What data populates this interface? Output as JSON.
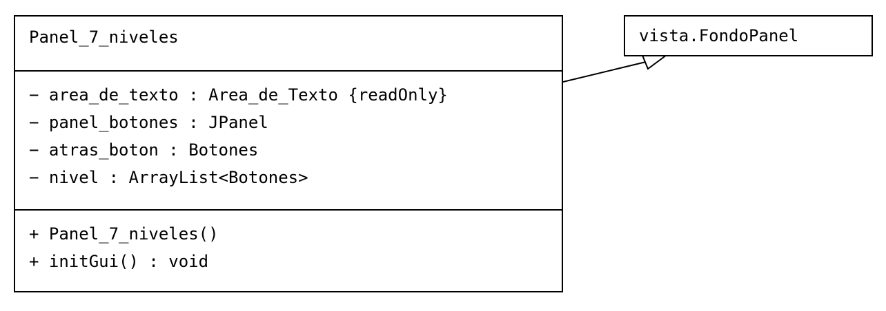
{
  "class": {
    "name": "Panel_7_niveles",
    "attributes": [
      "− area_de_texto : Area_de_Texto {readOnly}",
      "− panel_botones : JPanel",
      "− atras_boton : Botones",
      "− nivel : ArrayList<Botones>"
    ],
    "operations": [
      "+ Panel_7_niveles()",
      "+ initGui() : void"
    ]
  },
  "superclass": {
    "name": "vista.FondoPanel"
  },
  "relationship": {
    "type": "generalization",
    "from": "Panel_7_niveles",
    "to": "vista.FondoPanel"
  }
}
